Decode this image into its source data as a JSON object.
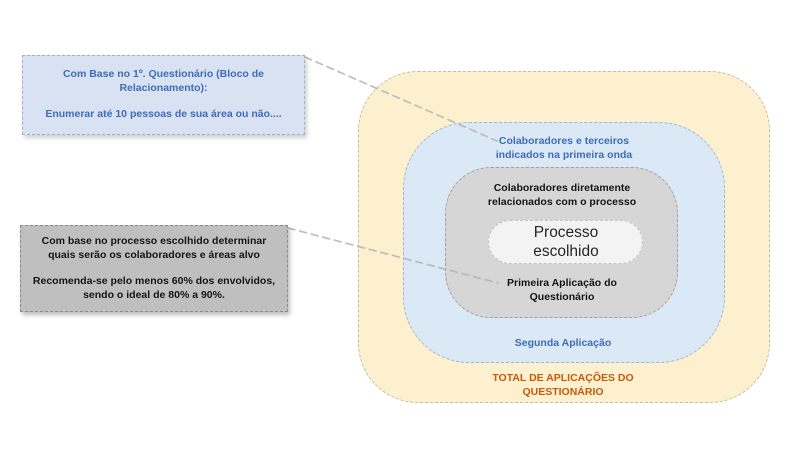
{
  "window": {
    "background": "#FFFFFF"
  },
  "colors": {
    "ring_outer_fill": "#FCF0CE",
    "ring_wave_fill": "#DBE9F6",
    "ring_direct_fill": "#D6D6D6",
    "ring_core_fill": "#F3F3F3",
    "callout_blue_fill": "#D9E2F2",
    "callout_gray_fill": "#BFBFBF",
    "accent_blue": "#3E6CB5",
    "accent_orange": "#C55A11",
    "text_black": "#141414",
    "connector_gray": "#B3B3B3"
  },
  "callouts": {
    "blue": {
      "para1": "Com Base no 1º. Questionário (Bloco de Relacionamento):",
      "para2": "Enumerar até 10 pessoas de sua área ou não...."
    },
    "gray": {
      "para1": "Com base no processo escolhido determinar quais serão os colaboradores e áreas alvo",
      "para2": "Recomenda-se pelo menos 60% dos envolvidos, sendo o ideal de 80% a 90%."
    }
  },
  "diagram": {
    "outer": {
      "bottom_label": "TOTAL DE APLICAÇÕES DO QUESTIONÁRIO"
    },
    "wave": {
      "top_label": "Colaboradores e terceiros indicados na primeira onda",
      "bottom_label": "Segunda Aplicação"
    },
    "direct": {
      "top_label": "Colaboradores diretamente relacionados com o processo",
      "bottom_label": "Primeira Aplicação do Questionário"
    },
    "core": {
      "label": "Processo escolhido"
    }
  }
}
